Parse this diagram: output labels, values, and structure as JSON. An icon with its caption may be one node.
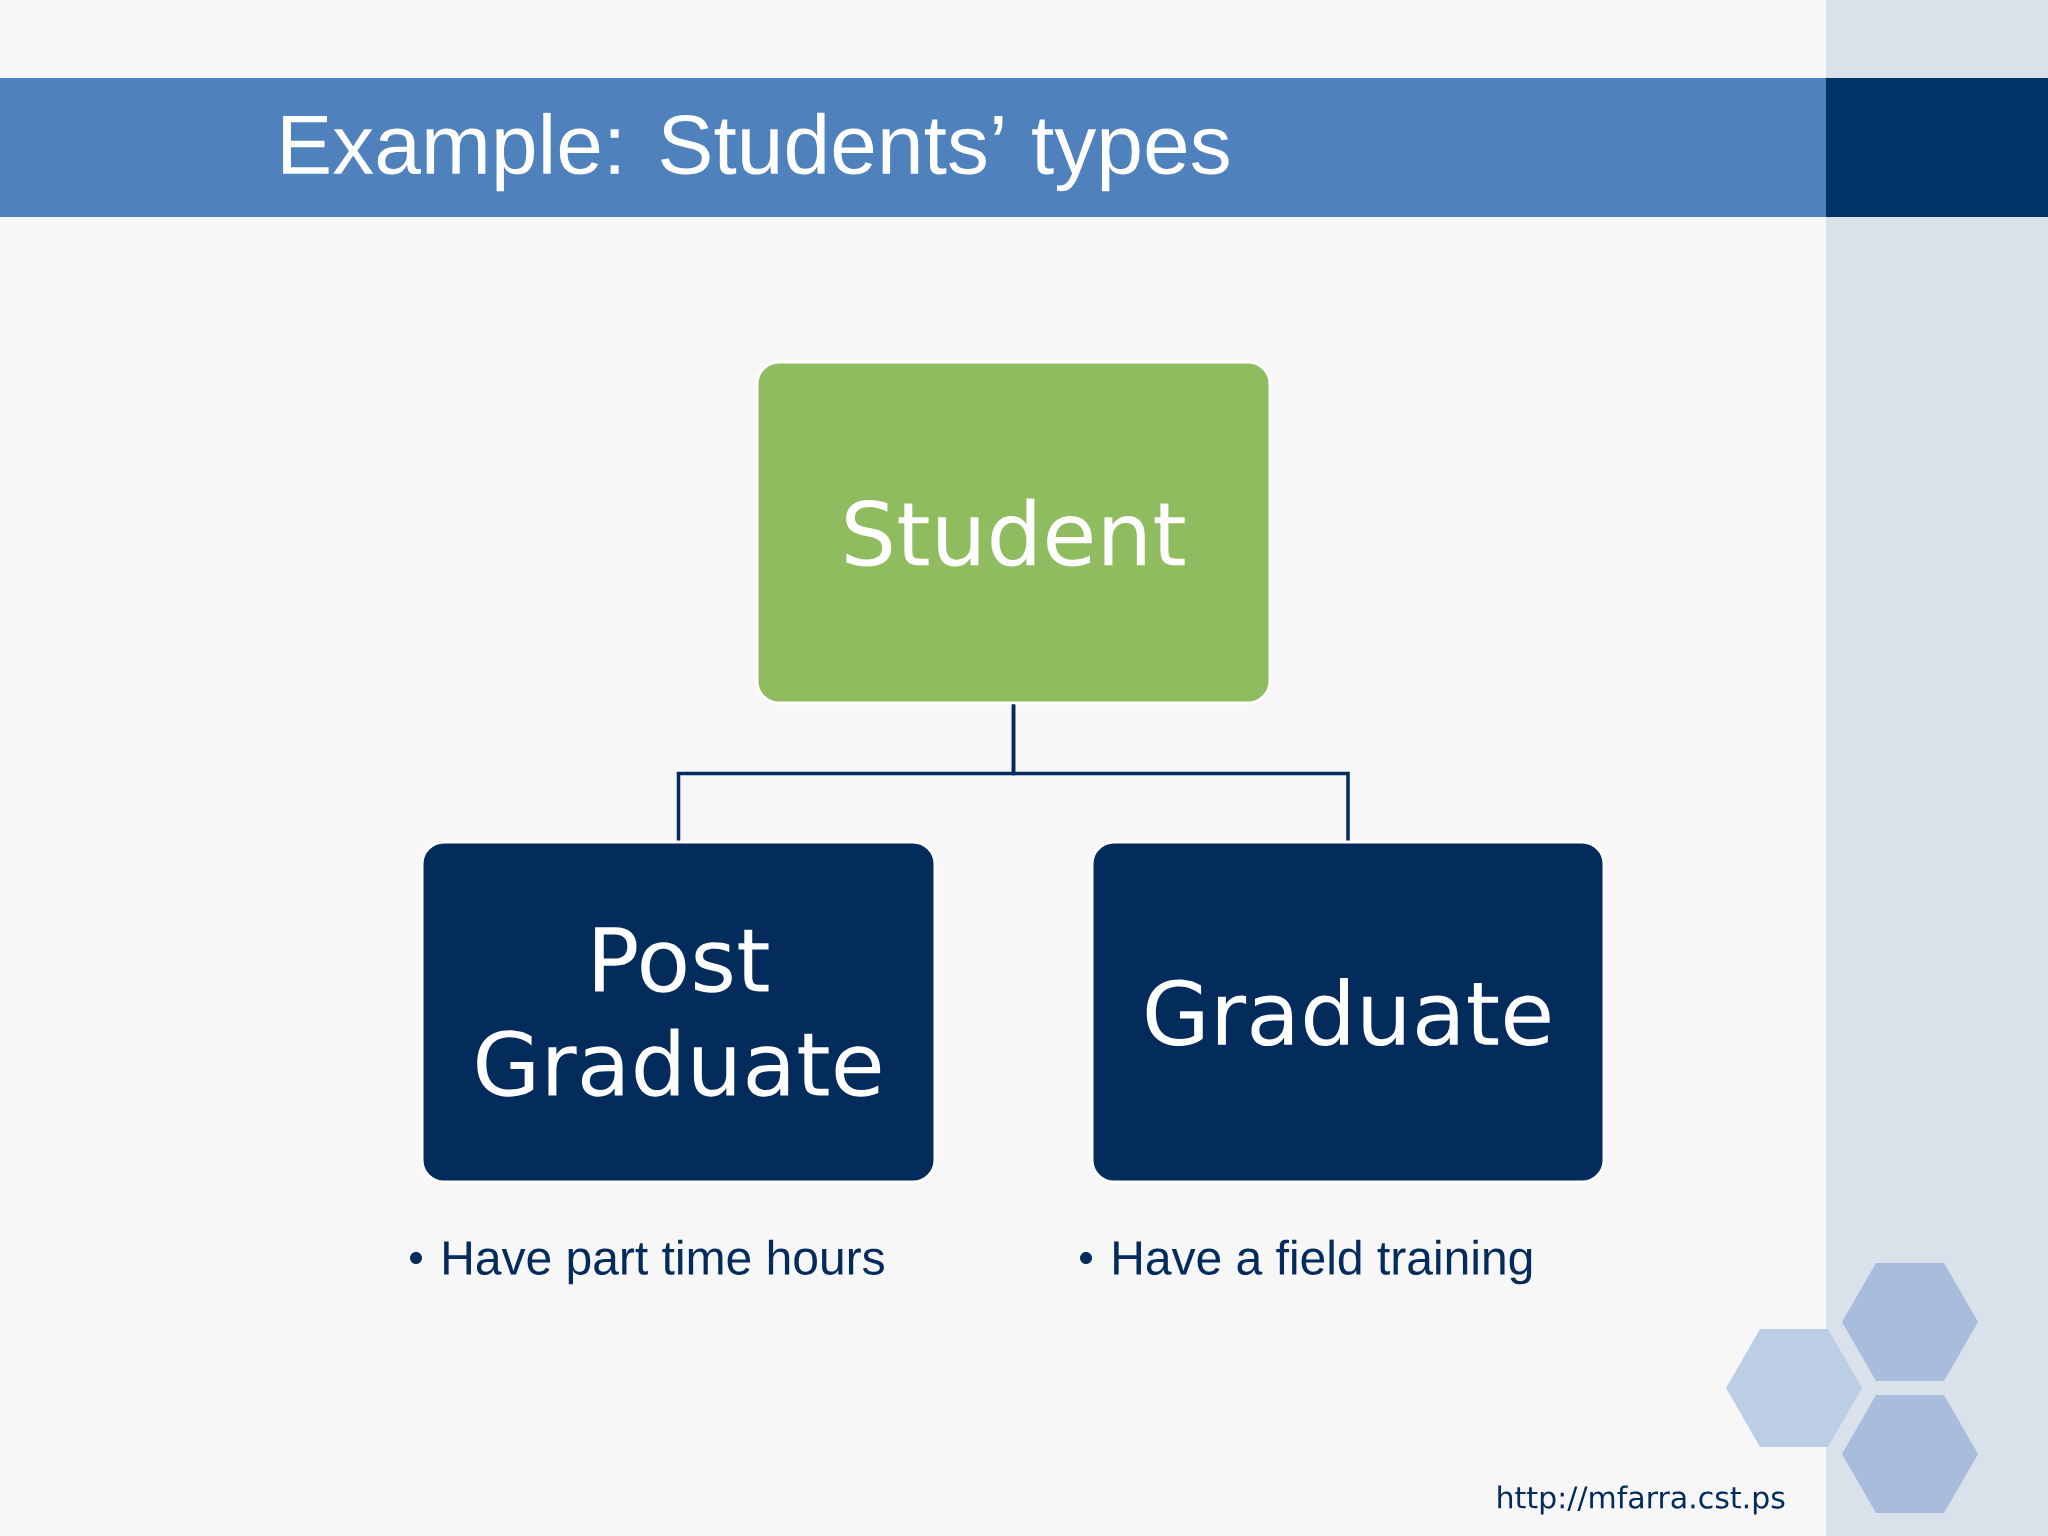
{
  "diagram": {
    "title": "Example: Students’ types",
    "nodes": [
      {
        "text": [
          "Student"
        ]
      },
      {
        "text": [
          "Post Graduate"
        ],
        "beside": [
          "Have  part time hours"
        ]
      },
      {
        "text": [
          "Graduate"
        ],
        "beside": [
          "Have  a field training"
        ]
      }
    ],
    "edges": [
      {
        "from": 0,
        "to": 1,
        "arrow": "none"
      },
      {
        "from": 0,
        "to": 2,
        "arrow": "none"
      }
    ],
    "labels": [
      "http://mfarra.cst.ps"
    ]
  }
}
